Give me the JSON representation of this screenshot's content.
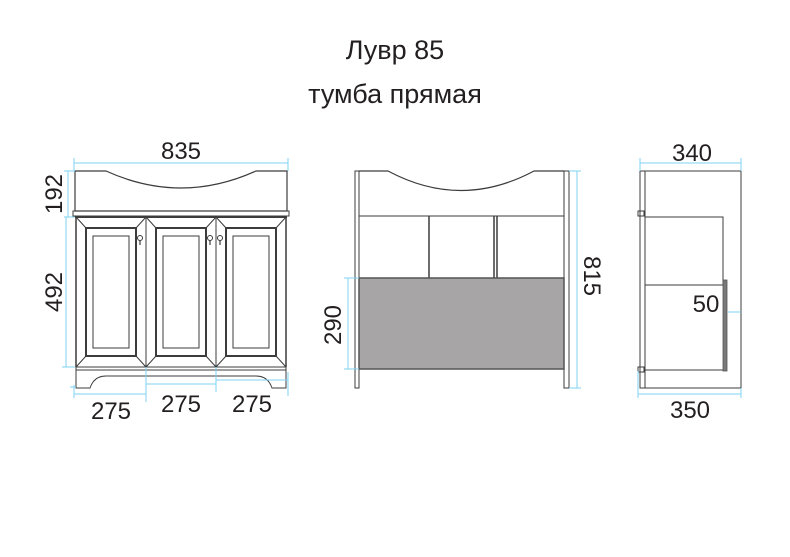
{
  "title": {
    "line1": "Лувр 85",
    "line2": "тумба прямая"
  },
  "front_view": {
    "width_label": "835",
    "sink_height_label": "192",
    "cabinet_height_label": "492",
    "door_widths": [
      "275",
      "275",
      "275"
    ],
    "door_count": 3
  },
  "section_view": {
    "total_height_label": "815",
    "drawer_height_label": "290",
    "drawer_fill_color": "#a7a5a6"
  },
  "side_view": {
    "top_depth_label": "340",
    "bottom_depth_label": "350",
    "door_thickness_label": "50"
  },
  "colors": {
    "dimension_line": "#7fd3f0",
    "outline": "#3c3c3c",
    "text": "#231f20"
  }
}
